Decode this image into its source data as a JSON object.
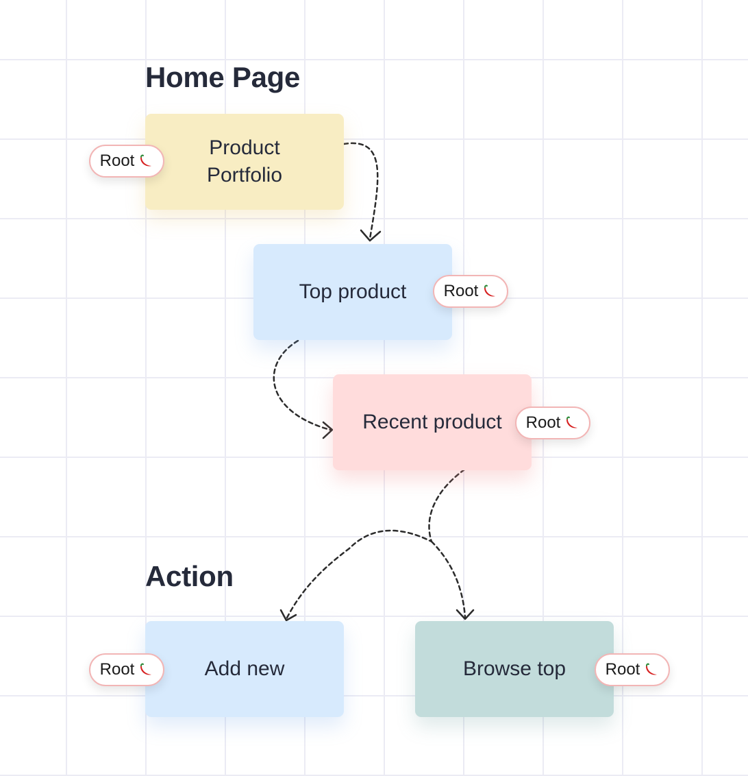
{
  "sections": {
    "home": {
      "title": "Home Page"
    },
    "action": {
      "title": "Action"
    }
  },
  "nodes": {
    "product_portfolio": {
      "label": "Product\nPortfolio",
      "color": "#f8edc3"
    },
    "top_product": {
      "label": "Top product",
      "color": "#d7eafd"
    },
    "recent_product": {
      "label": "Recent product",
      "color": "#ffdcdc"
    },
    "add_new": {
      "label": "Add new",
      "color": "#d7eafd"
    },
    "browse_top": {
      "label": "Browse top",
      "color": "#c2dcdb"
    }
  },
  "badges": {
    "label": "Root",
    "icon": "chili-pepper-icon",
    "border_color": "#f2b5b5"
  },
  "edges": [
    {
      "from": "Product Portfolio",
      "to": "Top product"
    },
    {
      "from": "Top product",
      "to": "Recent product"
    },
    {
      "from": "Recent product",
      "to": "Add new"
    },
    {
      "from": "Recent product",
      "to": "Browse top"
    }
  ]
}
